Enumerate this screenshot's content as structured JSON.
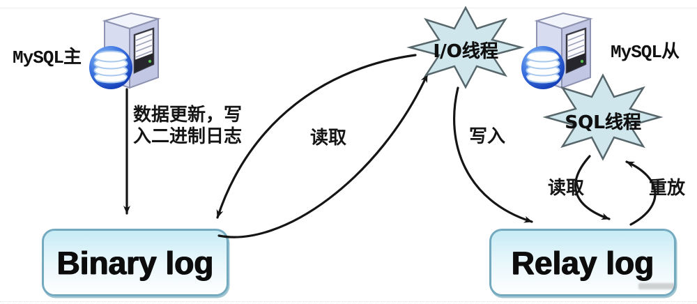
{
  "nodes": {
    "master": {
      "label": "MySQL主"
    },
    "slave": {
      "label": "MySQL从"
    },
    "io_thread": {
      "label": "I/O线程"
    },
    "sql_thread": {
      "label": "SQL线程"
    },
    "binary_log": {
      "label": "Binary log"
    },
    "relay_log": {
      "label": "Relay log"
    }
  },
  "edges": {
    "master_to_binlog": {
      "label_line1": "数据更新，写",
      "label_line2": "入二进制日志"
    },
    "io_read_binlog": {
      "label": "读取"
    },
    "io_write_relaylog": {
      "label": "写入"
    },
    "sql_read_relaylog": {
      "label": "读取"
    },
    "sql_replay": {
      "label": "重放"
    }
  },
  "colors": {
    "background": "#ffffff",
    "star_fill": "#cfe7ec",
    "star_border": "#57666b",
    "log_box_border": "#74aabf",
    "log_box_fill_top": "#c7ebf5",
    "arrow": "#151515",
    "db_icon_blue": "#2a5bd0"
  }
}
